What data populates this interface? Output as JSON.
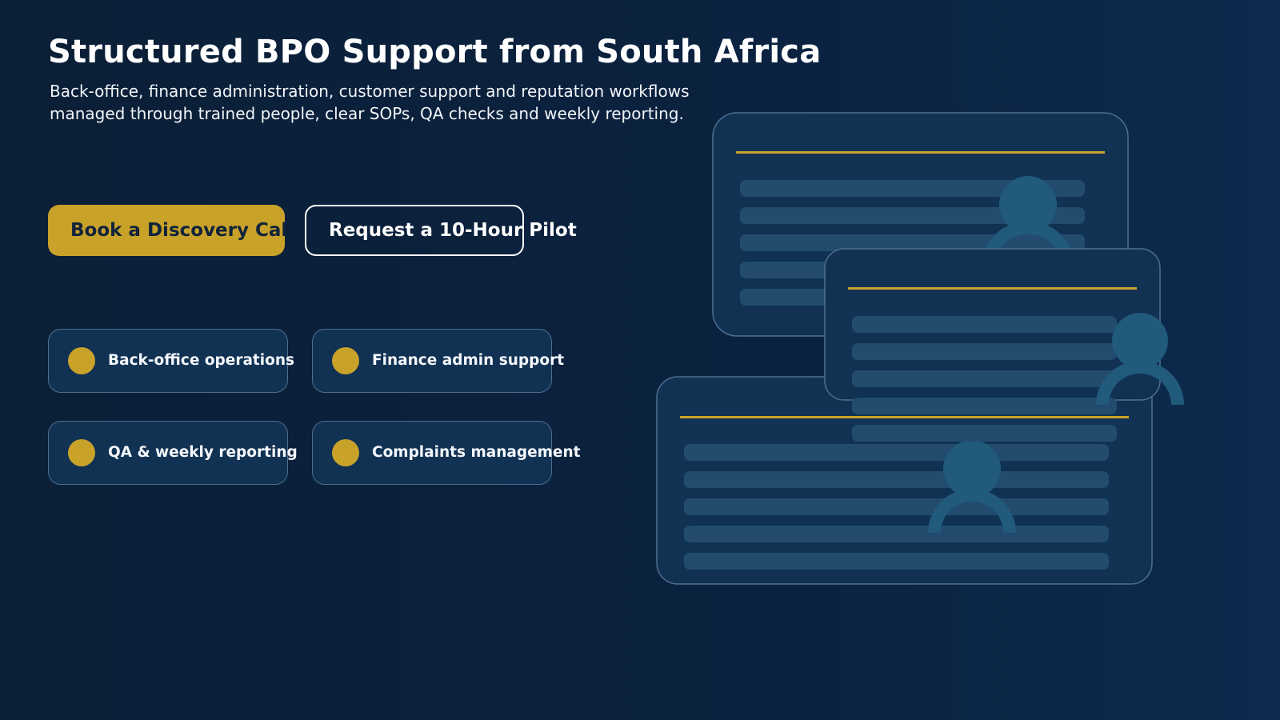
{
  "hero": {
    "title": "Structured BPO Support from South Africa",
    "subtitle_lines": [
      "Back-office, finance administration, customer support and reputation workflows",
      "managed through trained people, clear SOPs, QA checks and weekly reporting."
    ]
  },
  "cta": {
    "primary_label": "Book a Discovery Call",
    "secondary_label": "Request a 10-Hour Pilot"
  },
  "features": [
    {
      "label": "Back-office operations",
      "icon": "bullet-dot-icon"
    },
    {
      "label": "Finance admin support",
      "icon": "bullet-dot-icon"
    },
    {
      "label": "QA & weekly reporting",
      "icon": "bullet-dot-icon"
    },
    {
      "label": "Complaints management",
      "icon": "bullet-dot-icon"
    }
  ],
  "illustration": {
    "cards": [
      {
        "name": "top",
        "icon": "person-icon"
      },
      {
        "name": "middle",
        "icon": "person-icon"
      },
      {
        "name": "bottom",
        "icon": "person-icon"
      }
    ]
  },
  "colors": {
    "background": "#0b1f36",
    "accent_gold": "#c9a22a",
    "card_fill": "#113253",
    "card_border": "#4f6f8e",
    "line_fill": "#224b6e",
    "person_fill": "#215a7a"
  }
}
